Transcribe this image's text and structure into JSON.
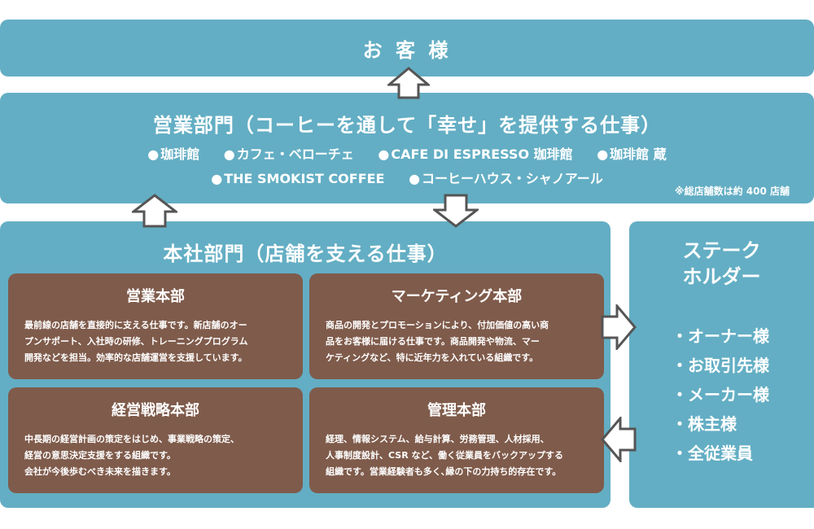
{
  "customers": {
    "title": "お 客 様"
  },
  "sales_division": {
    "title": "営業部門（コーヒーを通して「幸せ」を提供する仕事）",
    "brands_row1": [
      "珈琲館",
      "カフェ・ベローチェ",
      "CAFE DI ESPRESSO 珈琲館",
      "珈琲館 蔵"
    ],
    "brands_row2": [
      "THE SMOKIST COFFEE",
      "コーヒーハウス・シャノアール"
    ],
    "bullet": "●",
    "store_note": "※総店舗数は約 400 店舗"
  },
  "headquarters": {
    "title": "本社部門（店舗を支える仕事）",
    "departments": [
      {
        "title": "営業本部",
        "description": "最前線の店舗を直接的に支える仕事です。新店舗のオー\nプンサポート、入社時の研修、トレーニングプログラム\n開発などを担当。効率的な店舗運営を支援しています。"
      },
      {
        "title": "マーケティング本部",
        "description": "商品の開発とプロモーションにより、付加価値の高い商\n品をお客様に届ける仕事です。商品開発や物流、マー\nケティングなど、特に近年力を入れている組織です。"
      },
      {
        "title": "経営戦略本部",
        "description": "中長期の経営計画の策定をはじめ、事業戦略の策定、\n経営の意思決定支援をする組織です。\n会社が今後歩むべき未来を描きます。"
      },
      {
        "title": "管理本部",
        "description": "経理、情報システム、給与計算、労務管理、人材採用、\n人事制度設計、CSR など、働く従業員をバックアップする\n組織です。営業経験者も多く､縁の下の力持ち的存在です。"
      }
    ]
  },
  "stakeholders": {
    "title": "ステーク\nホルダー",
    "items": [
      "・オーナー様",
      "・お取引先様",
      "・メーカー様",
      "・株主様",
      "・全従業員"
    ]
  },
  "colors": {
    "teal": "#63aec4",
    "brown": "#7f5b4b",
    "arrow_fill": "#ffffff",
    "arrow_stroke": "#555555"
  }
}
